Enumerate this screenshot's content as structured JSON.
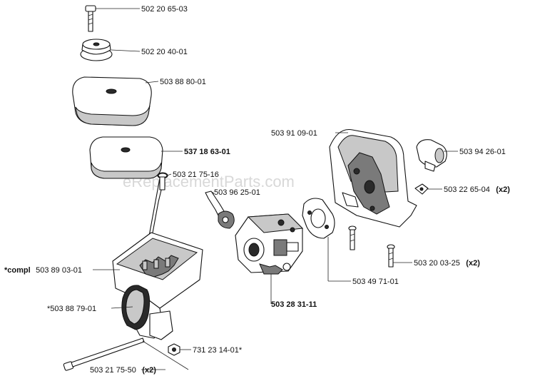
{
  "watermark": "eReplacementParts.com",
  "parts": {
    "p1": {
      "number": "502 20 65-03",
      "qty": "",
      "prefix": ""
    },
    "p2": {
      "number": "502 20 40-01",
      "qty": "",
      "prefix": ""
    },
    "p3": {
      "number": "503 88 80-01",
      "qty": "",
      "prefix": ""
    },
    "p4": {
      "number": "537 18 63-01",
      "qty": "",
      "prefix": ""
    },
    "p5": {
      "number": "503 21 75-16",
      "qty": "",
      "prefix": ""
    },
    "p6": {
      "number": "503 96 25-01",
      "qty": "",
      "prefix": ""
    },
    "p7": {
      "number": "503 91 09-01",
      "qty": "",
      "prefix": ""
    },
    "p8": {
      "number": "503 94 26-01",
      "qty": "",
      "prefix": ""
    },
    "p9": {
      "number": "503 22 65-04",
      "qty": "(x2)",
      "prefix": ""
    },
    "p10": {
      "number": "503 89 03-01",
      "qty": "",
      "prefix": "*compl"
    },
    "p11": {
      "number": "503 20 03-25",
      "qty": "(x2)",
      "prefix": ""
    },
    "p12": {
      "number": "503 49 71-01",
      "qty": "",
      "prefix": ""
    },
    "p13": {
      "number": "*503 88 79-01",
      "qty": "",
      "prefix": ""
    },
    "p14": {
      "number": "503 28 31-11",
      "qty": "",
      "prefix": ""
    },
    "p15": {
      "number": "731 23 14-01*",
      "qty": "",
      "prefix": ""
    },
    "p16": {
      "number": "503 21 75-50",
      "qty": "(x2)",
      "prefix": ""
    }
  }
}
